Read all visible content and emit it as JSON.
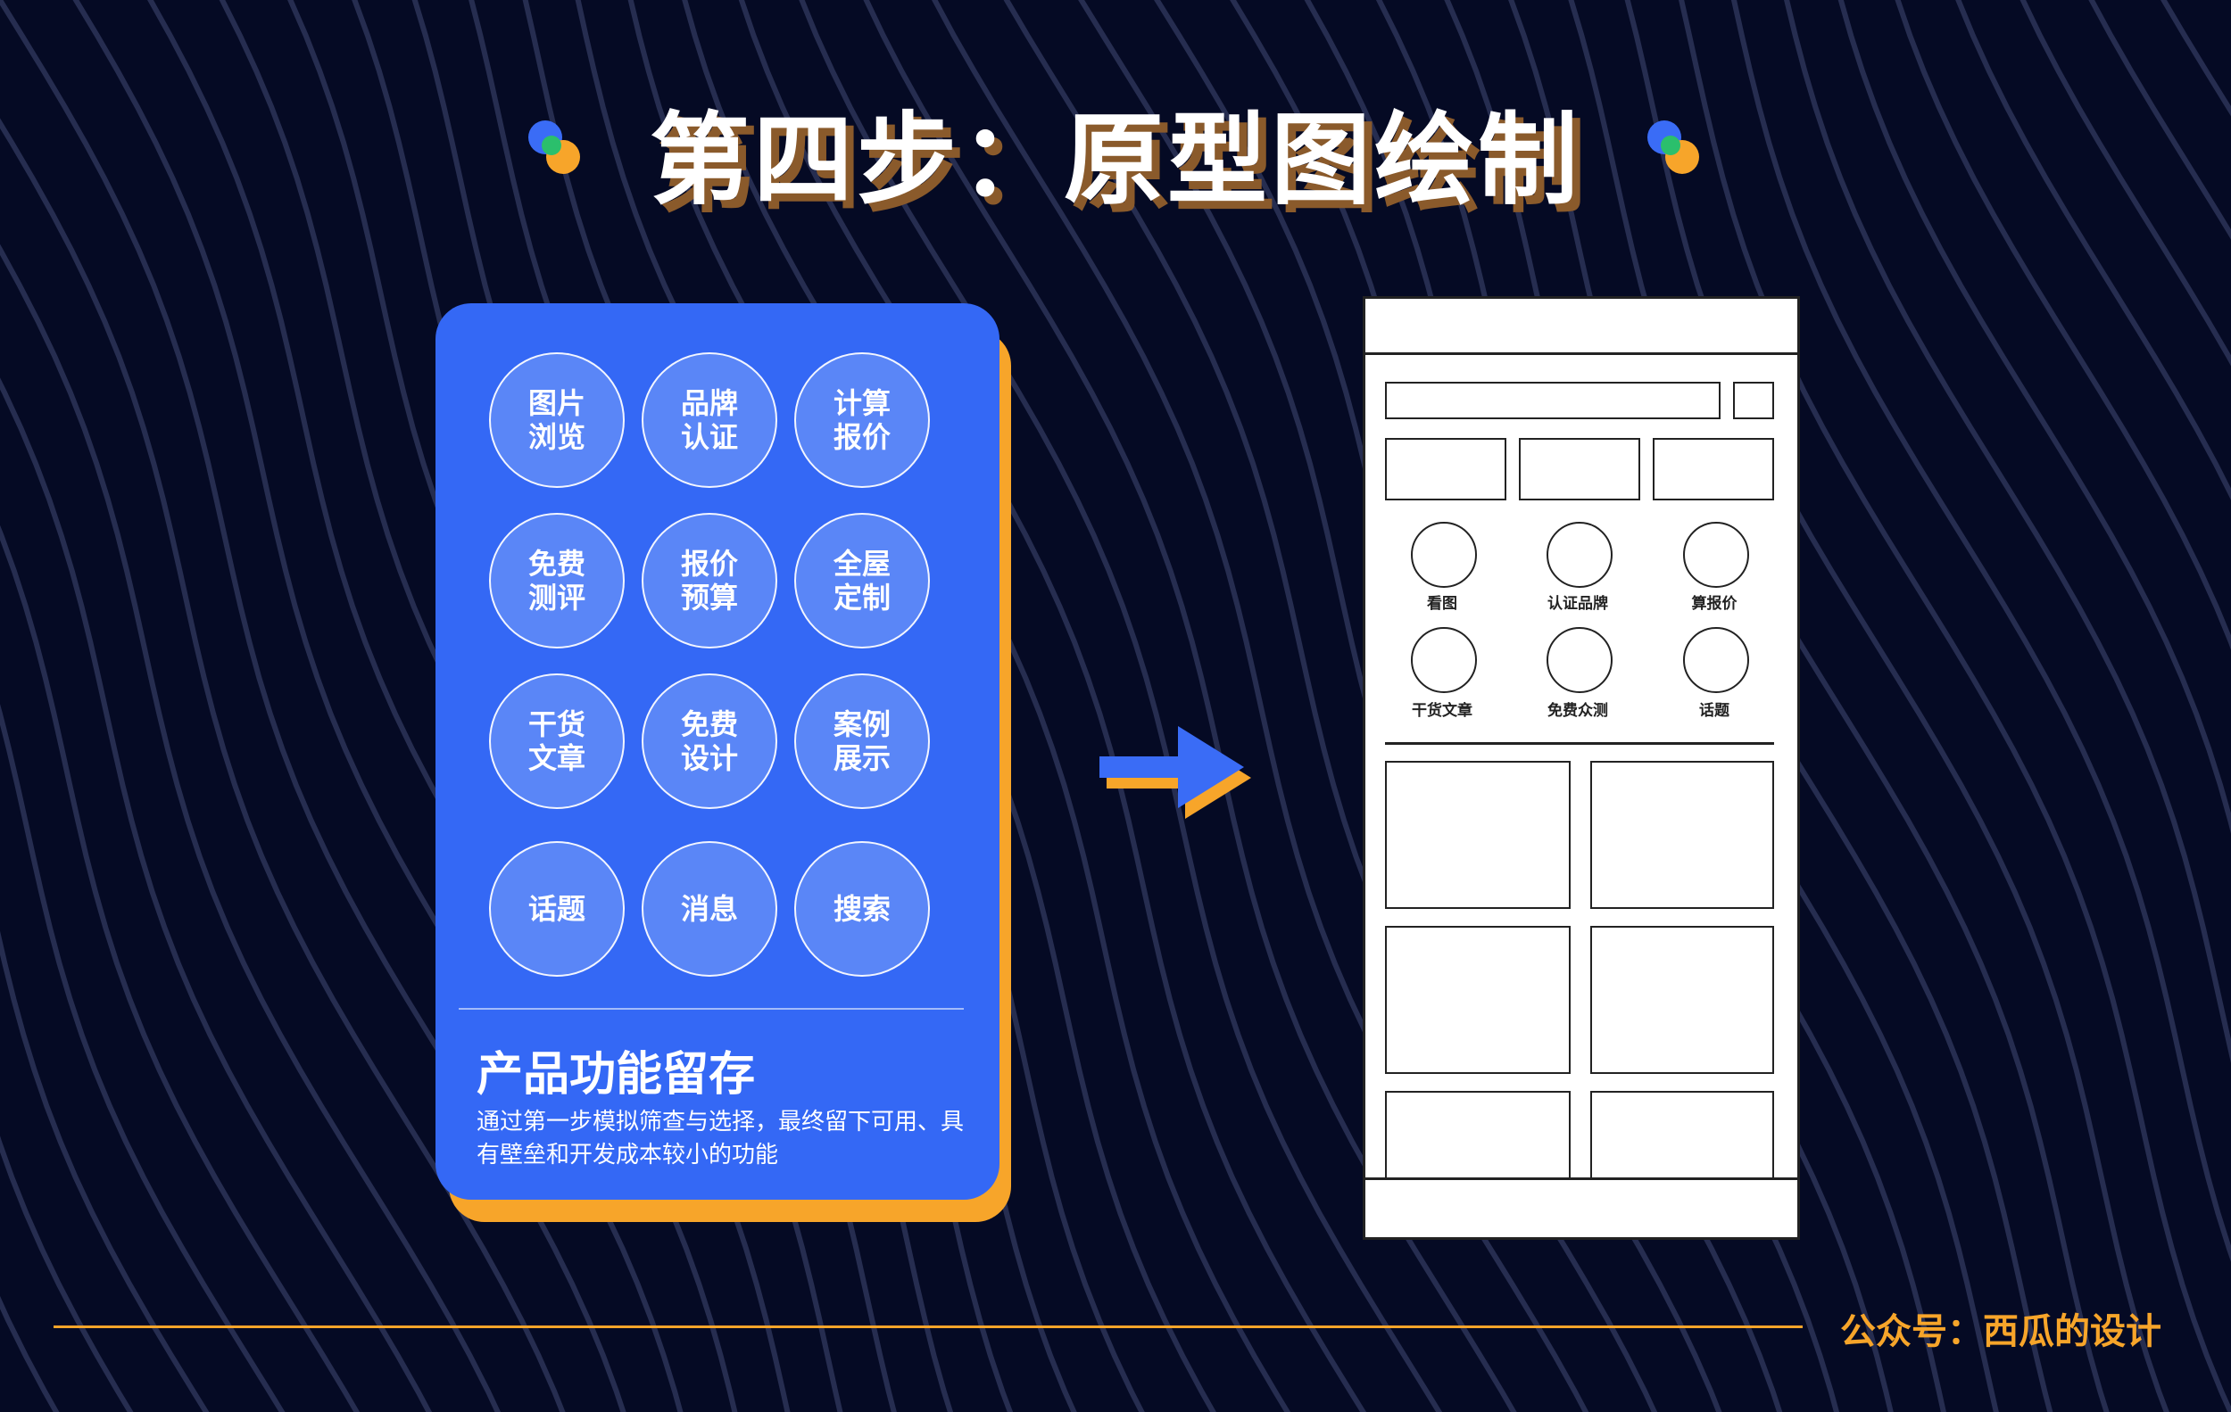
{
  "title": "第四步：原型图绘制",
  "colors": {
    "background": "#050a24",
    "card": "#3468f5",
    "card_shadow": "#f7a52a",
    "accent_orange": "#f7a52a",
    "accent_blue": "#3a6cf6",
    "accent_green": "#2bbf6c"
  },
  "features": [
    {
      "line1": "图片",
      "line2": "浏览"
    },
    {
      "line1": "品牌",
      "line2": "认证"
    },
    {
      "line1": "计算",
      "line2": "报价"
    },
    {
      "line1": "免费",
      "line2": "测评"
    },
    {
      "line1": "报价",
      "line2": "预算"
    },
    {
      "line1": "全屋",
      "line2": "定制"
    },
    {
      "line1": "干货",
      "line2": "文章"
    },
    {
      "line1": "免费",
      "line2": "设计"
    },
    {
      "line1": "案例",
      "line2": "展示"
    },
    {
      "line1": "话题",
      "line2": ""
    },
    {
      "line1": "消息",
      "line2": ""
    },
    {
      "line1": "搜索",
      "line2": ""
    }
  ],
  "card": {
    "heading": "产品功能留存",
    "description": "通过第一步模拟筛查与选择，最终留下可用、具有壁垒和开发成本较小的功能"
  },
  "wireframe": {
    "icons": [
      "看图",
      "认证品牌",
      "算报价",
      "干货文章",
      "免费众测",
      "话题"
    ]
  },
  "footer": "公众号：西瓜的设计"
}
